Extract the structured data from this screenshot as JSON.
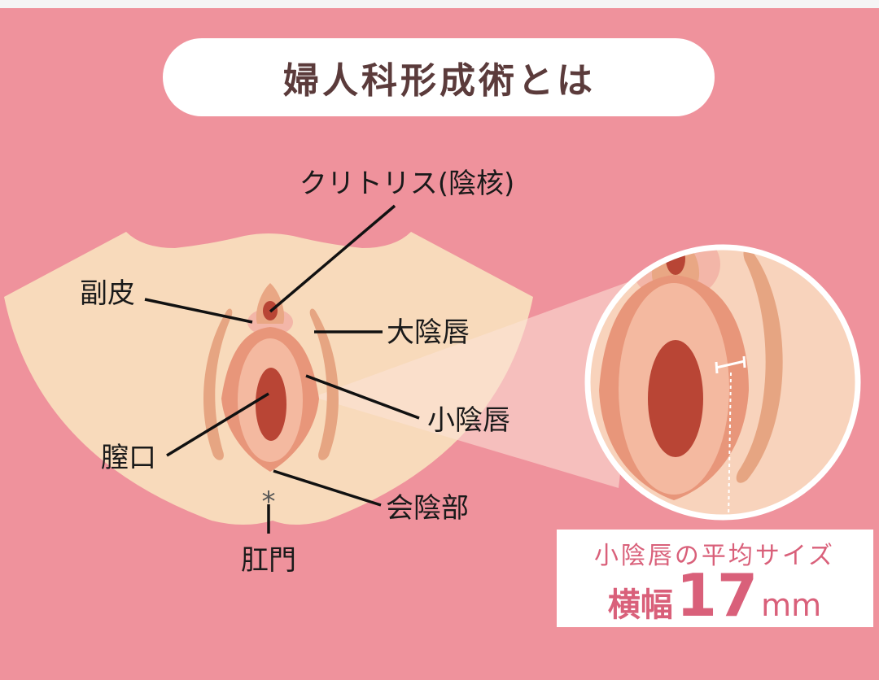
{
  "title": "婦人科形成術とは",
  "labels": {
    "clitoris": "クリトリス(陰核)",
    "prepuce": "副皮",
    "labia_majora": "大陰唇",
    "labia_minora": "小陰唇",
    "vaginal_opening": "膣口",
    "perineum": "会陰部",
    "anus": "肛門"
  },
  "size_box": {
    "caption": "小陰唇の平均サイズ",
    "measure_label": "横幅",
    "value": "17",
    "unit": "mm"
  },
  "colors": {
    "background": "#EF929C",
    "skin": "#F8DABB",
    "accent_text": "#D9607A",
    "title_text": "#5B3B3B"
  }
}
